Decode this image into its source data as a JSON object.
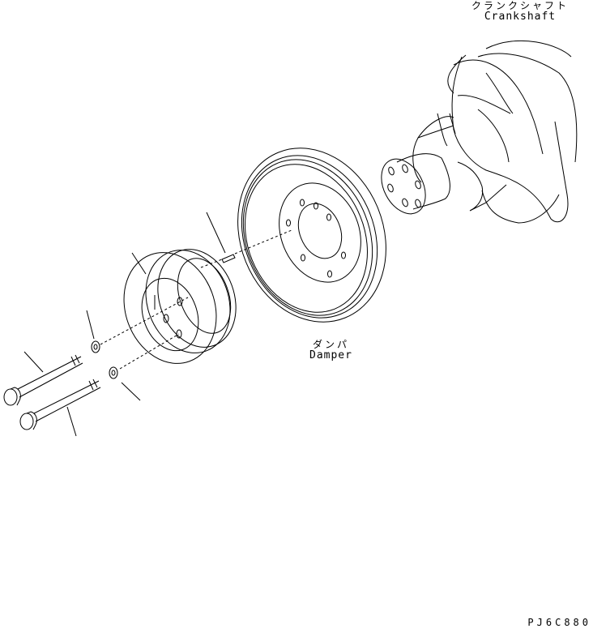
{
  "diagram": {
    "type": "exploded parts view",
    "labels": {
      "crankshaft": {
        "jp": "クランクシャフト",
        "en": "Crankshaft"
      },
      "damper": {
        "jp": "ダンパ",
        "en": "Damper"
      }
    },
    "drawing_code": "PJ6C880",
    "parts": [
      {
        "name": "crankshaft",
        "has_label": true
      },
      {
        "name": "damper",
        "has_label": true
      },
      {
        "name": "dowel-pin",
        "has_label": false
      },
      {
        "name": "pulley",
        "has_label": false
      },
      {
        "name": "washer-upper",
        "has_label": false
      },
      {
        "name": "washer-lower",
        "has_label": false
      },
      {
        "name": "bolt-upper",
        "has_label": false
      },
      {
        "name": "bolt-lower",
        "has_label": false
      }
    ],
    "line_color": "#000000",
    "background": "#ffffff"
  }
}
